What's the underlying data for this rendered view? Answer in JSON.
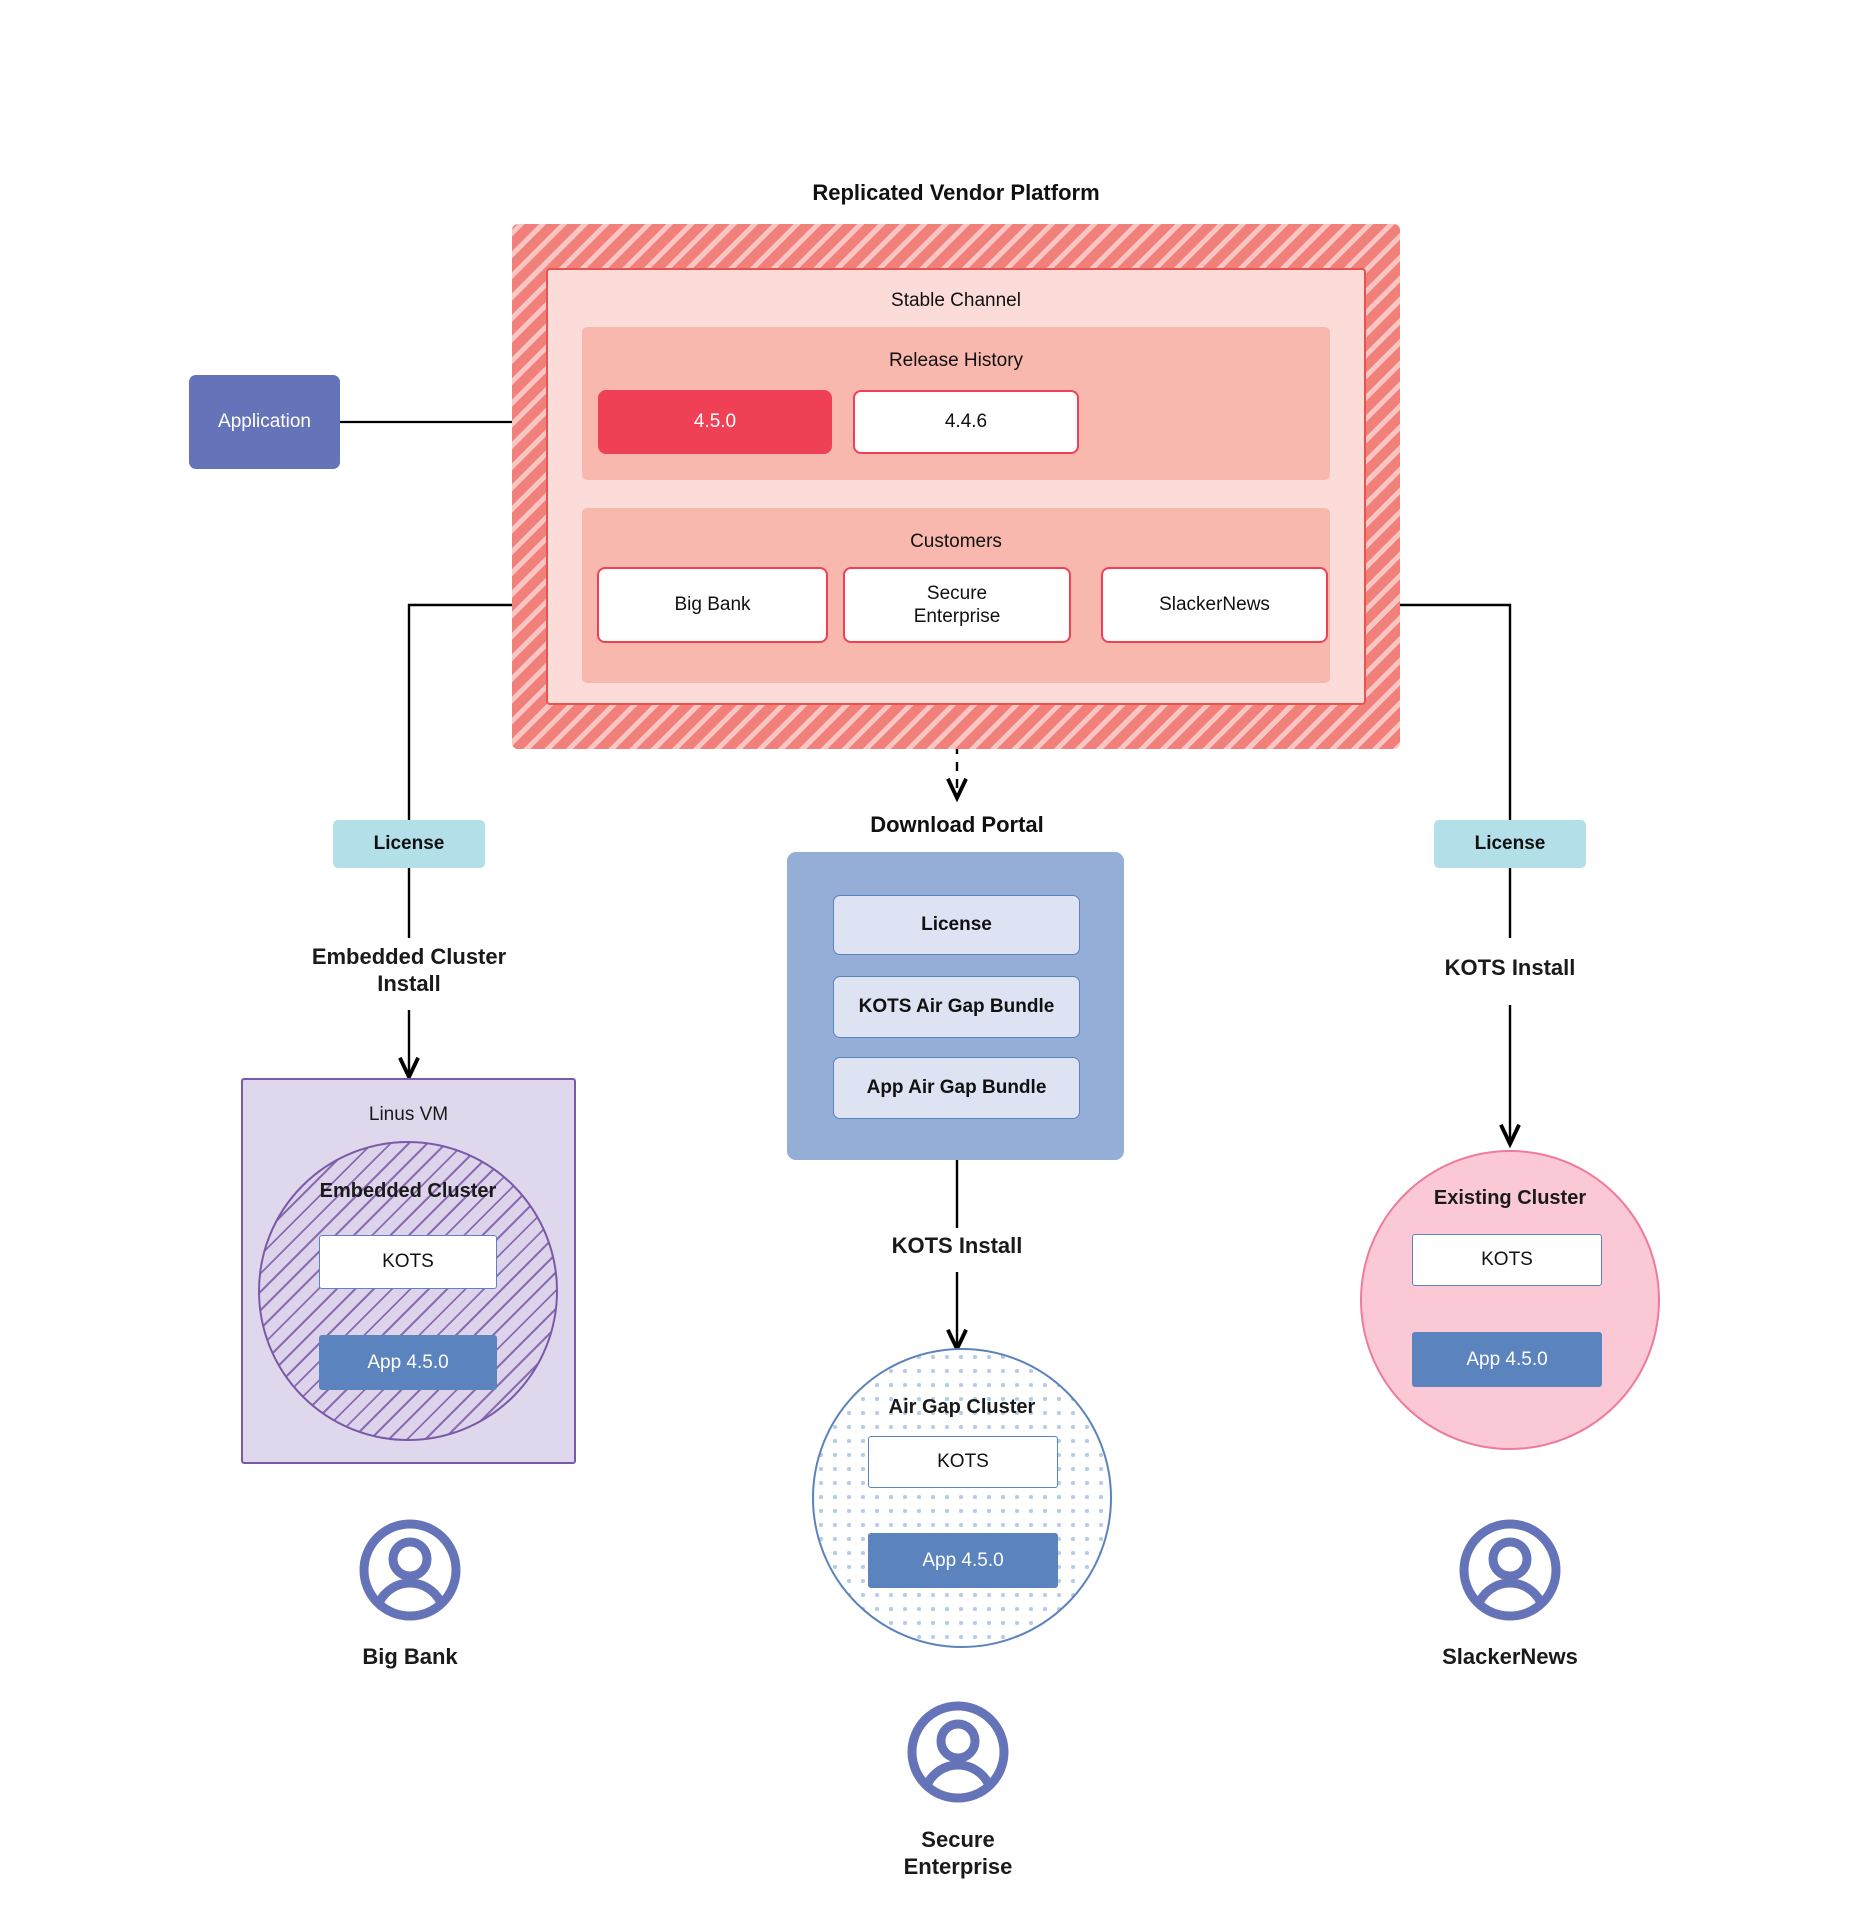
{
  "diagram": {
    "platform_title": "Replicated Vendor Platform",
    "stable_channel_label": "Stable Channel",
    "release_history_label": "Release History",
    "releases": [
      {
        "version": "4.5.0",
        "state": "current"
      },
      {
        "version": "4.4.6",
        "state": "previous"
      }
    ],
    "customers_label": "Customers",
    "customers": [
      {
        "name": "Big Bank"
      },
      {
        "name": "Secure\nEnterprise"
      },
      {
        "name": "SlackerNews"
      }
    ],
    "application_node": "Application",
    "license_left": "License",
    "license_right": "License",
    "download_portal": {
      "title": "Download  Portal",
      "items": [
        "License",
        "KOTS Air Gap Bundle",
        "App Air Gap Bundle"
      ]
    },
    "edges": {
      "left_install": "Embedded Cluster\nInstall",
      "center_install": "KOTS Install",
      "right_install": "KOTS Install"
    },
    "left_branch": {
      "vm_label": "Linus VM",
      "cluster_label": "Embedded Cluster",
      "kots_label": "KOTS",
      "app_label": "App 4.5.0",
      "persona": "Big Bank"
    },
    "center_branch": {
      "cluster_label": "Air Gap Cluster",
      "kots_label": "KOTS",
      "app_label": "App 4.5.0",
      "persona": "Secure\nEnterprise"
    },
    "right_branch": {
      "cluster_label": "Existing Cluster",
      "kots_label": "KOTS",
      "app_label": "App 4.5.0",
      "persona": "SlackerNews"
    },
    "colors": {
      "platform_hatch": "#f2807a",
      "channel_fill": "#fbdcd8",
      "channel_border": "#e8524f",
      "band_fill": "#f8b8ae",
      "release_current": "#ef4056",
      "application": "#6573b9",
      "license": "#b3dfe8",
      "portal": "#95aed8",
      "portal_item": "#dde3f3",
      "vm": "#dfd7ec",
      "vm_border": "#7a5aa8",
      "existing_cluster": "#fbc9d6",
      "existing_cluster_border": "#ef7a9b",
      "airgap_border": "#5b83bd",
      "app_version": "#5b83bd",
      "avatar": "#6573b9"
    }
  }
}
